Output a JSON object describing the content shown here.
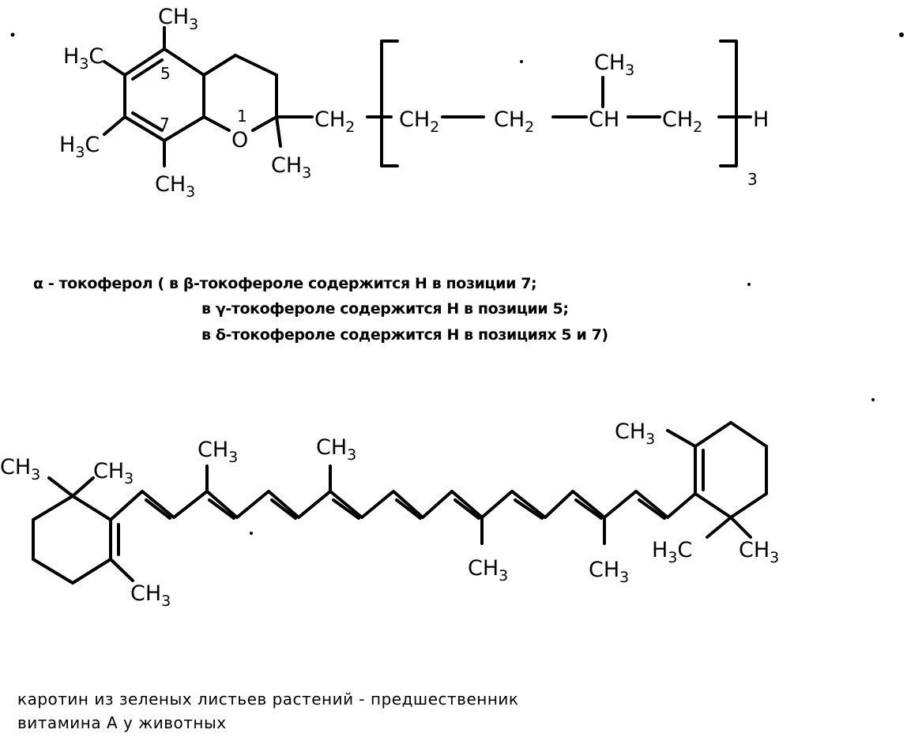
{
  "tocopherol": {
    "labels": {
      "ch3_top": "CH3",
      "h3c_upper": "H3C",
      "h3c_lower": "H3C",
      "ch3_bottom": "CH3",
      "pos_5": "5",
      "pos_7": "7",
      "pos_1": "1",
      "oxygen": "O",
      "ch3_c2": "CH3",
      "ch2_link": "CH2",
      "ch2_a": "CH2",
      "ch2_b": "CH2",
      "ch": "CH",
      "ch3_branch": "CH3",
      "ch2_c": "CH2",
      "h_end": "H",
      "repeat": "3"
    },
    "caption_line1": "α - токоферол ( в β-токофероле содержится H в позиции 7;",
    "caption_line2": "в γ-токофероле содержится H в позиции 5;",
    "caption_line3": "в δ-токофероле содержится H в позициях 5 и 7)"
  },
  "carotene": {
    "labels": {
      "ch3_left_a": "CH3",
      "ch3_left_b": "CH3",
      "ch3_left_ring": "CH3",
      "ch3_up_1": "CH3",
      "ch3_up_2": "CH3",
      "ch3_down_1": "CH3",
      "ch3_down_2": "CH3",
      "ch3_right_ring": "CH3",
      "h3c_right": "H3C",
      "ch3_right": "CH3"
    },
    "caption_line1": "каротин из зеленых листьев растений - предшественник",
    "caption_line2": "витамина A у животных"
  }
}
